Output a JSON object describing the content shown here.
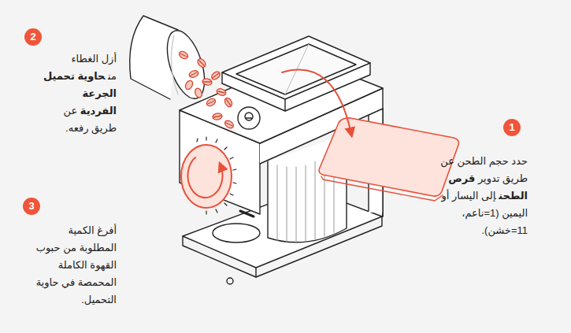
{
  "diagram": {
    "labels": [
      "1",
      "حدد حجم الطحن عن طريق تدوير",
      "قرص الطحن",
      "إلى اليسار أو اليمين (1=ناعم، 11=خشن).",
      "2",
      "أزل الغطاء من",
      "حاوية تحميل الجرعة الفردية",
      "عن طريق رفعه.",
      "3",
      "أفرغ الكمية المطلوبة من حبوب القهوة الكاملة المحمصة في حاوية التحميل."
    ]
  }
}
